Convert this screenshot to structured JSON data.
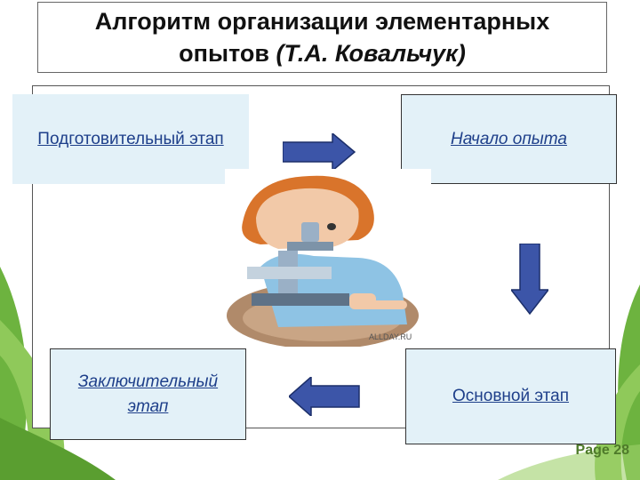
{
  "title": {
    "line1": "Алгоритм организации элементарных",
    "line2_main": "опытов ",
    "line2_author": "(Т.А. Ковальчук)"
  },
  "stages": {
    "preparatory": "Подготовительный этап",
    "start": "Начало опыта",
    "main": "Основной этап",
    "final": "Заключительный этап"
  },
  "picture": {
    "watermark": "ALLDAY.RU"
  },
  "footer": {
    "page": "Page 28"
  },
  "colors": {
    "stage_fill": "#e3f1f8",
    "stage_text": "#1e3f8a",
    "arrow_fill": "#3c55a8",
    "leaf_green": "#6db33f",
    "page_number": "#4e7a2a"
  }
}
